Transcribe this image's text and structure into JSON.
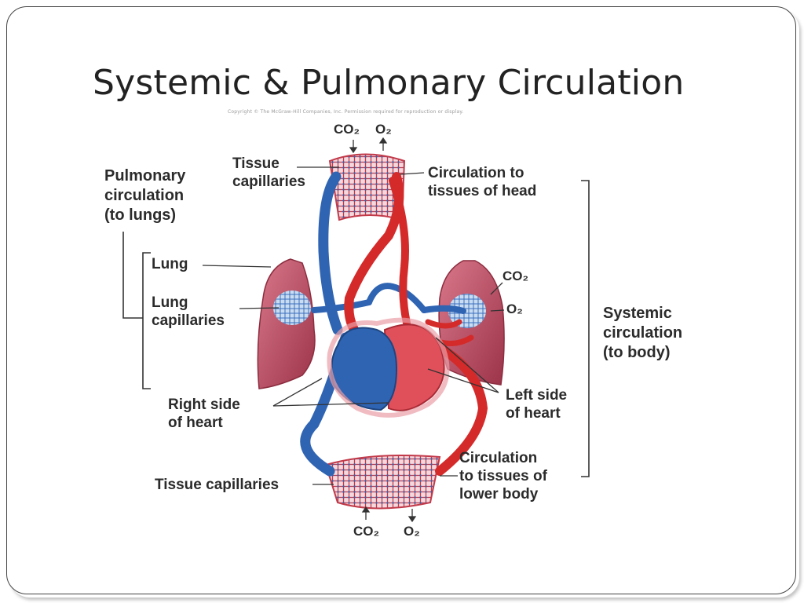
{
  "title": "Systemic & Pulmonary Circulation",
  "copyright": "Copyright © The McGraw-Hill Companies, Inc. Permission required for reproduction or display.",
  "labels": {
    "pulmonary_circulation": [
      "Pulmonary",
      "circulation",
      "(to lungs)"
    ],
    "systemic_circulation": [
      "Systemic",
      "circulation",
      "(to body)"
    ],
    "tissue_capillaries_top": [
      "Tissue",
      "capillaries"
    ],
    "circulation_head": [
      "Circulation to",
      "tissues of head"
    ],
    "lung": "Lung",
    "lung_capillaries": [
      "Lung",
      "capillaries"
    ],
    "right_side_heart": [
      "Right side",
      "of heart"
    ],
    "left_side_heart": [
      "Left side",
      "of heart"
    ],
    "tissue_capillaries_bottom": "Tissue capillaries",
    "circulation_lower_body": [
      "Circulation",
      "to tissues of",
      "lower body"
    ]
  },
  "gases": {
    "top_co2": "CO₂",
    "top_o2": "O₂",
    "lung_co2": "CO₂",
    "lung_o2": "O₂",
    "bottom_co2": "CO₂",
    "bottom_o2": "O₂"
  },
  "colors": {
    "oxygenated": "#d42a2a",
    "deoxygenated": "#2f64b3",
    "lung": "#b8475c",
    "lung_light": "#d9788a"
  }
}
